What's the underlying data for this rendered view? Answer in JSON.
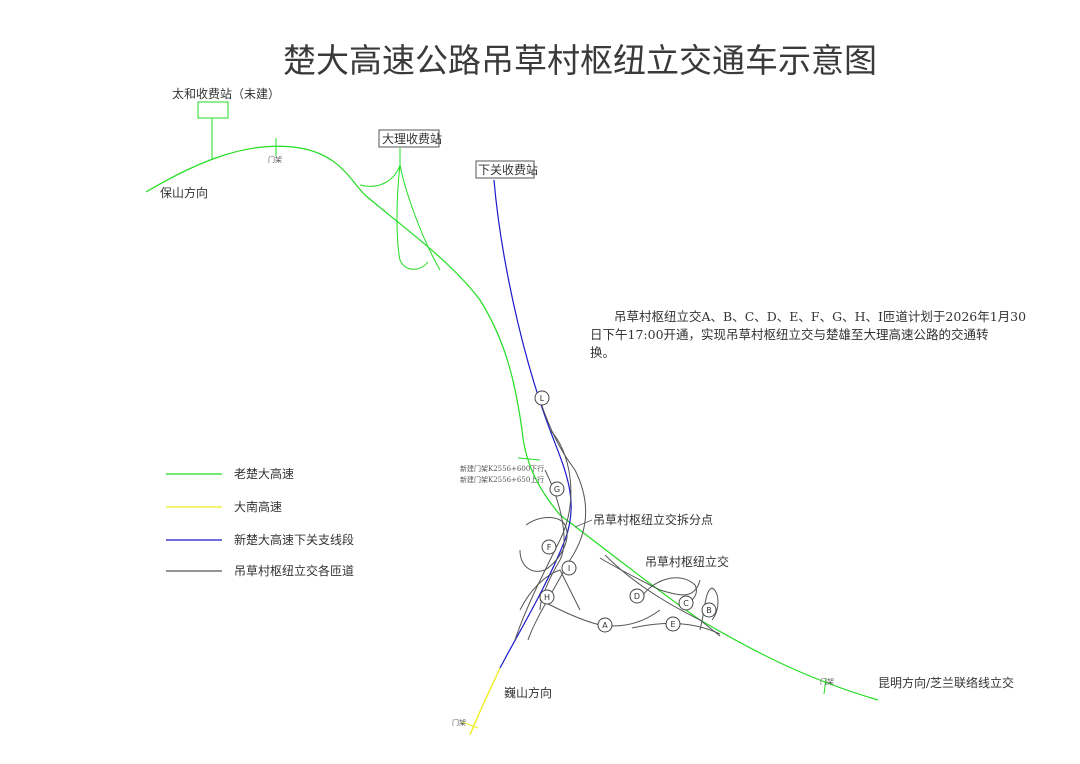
{
  "title": "楚大高速公路吊草村枢纽立交通车示意图",
  "stations": {
    "taihe": "太和收费站（未建）",
    "dali": "大理收费站",
    "xiaguan": "下关收费站"
  },
  "directions": {
    "baoshan": "保山方向",
    "weishan": "巍山方向",
    "kunming": "昆明方向/芝兰联络线立交"
  },
  "gantry_label": "门架",
  "new_gantry": {
    "down": "新建门架K2556+600下行",
    "up": "新建门架K2556+650上行"
  },
  "annotations": {
    "split_point": "吊草村枢纽立交拆分点",
    "interchange": "吊草村枢纽立交"
  },
  "notice": {
    "line1": "吊草村枢纽立交A、B、C、D、E、F、G、H、I匝道计划于2026年1月30",
    "line2": "日下午17:00开通，实现吊草村枢纽立交与楚雄至大理高速公路的交通转",
    "line3": "换。"
  },
  "ramps": [
    "L",
    "G",
    "F",
    "I",
    "H",
    "A",
    "D",
    "C",
    "B",
    "E"
  ],
  "legend": [
    {
      "label": "老楚大高速",
      "color": "#22dd22"
    },
    {
      "label": "大南高速",
      "color": "#eeee22"
    },
    {
      "label": "新楚大高速下关支线段",
      "color": "#1a1acc"
    },
    {
      "label": "吊草村枢纽立交各匝道",
      "color": "#555555"
    }
  ],
  "colors": {
    "old_chuda": "#22dd22",
    "danan": "#eeee22",
    "new_branch": "#1a1acc",
    "ramp": "#555555"
  }
}
